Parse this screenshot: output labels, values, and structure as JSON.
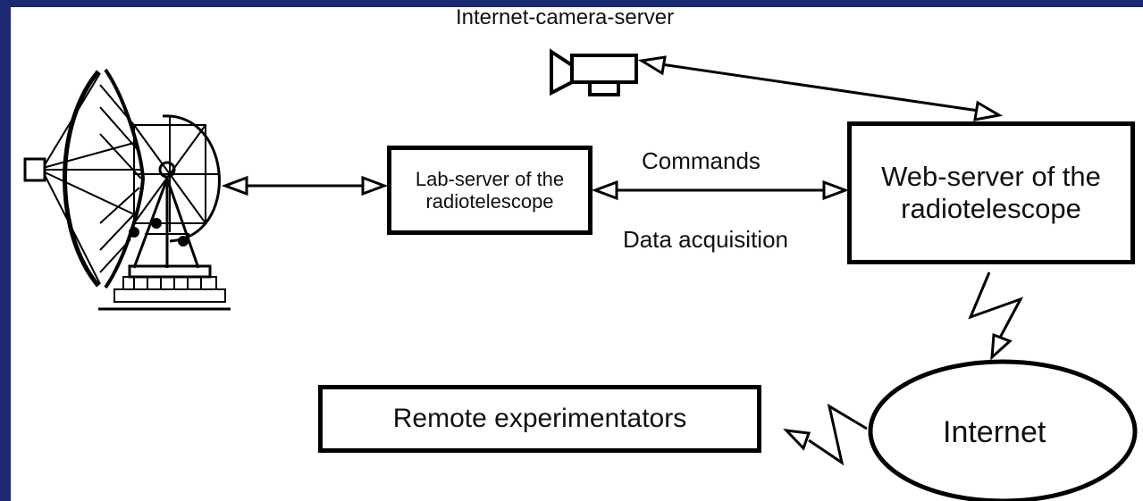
{
  "labels": {
    "camera": "Internet-camera-server",
    "commands": "Commands",
    "data_acquisition": "Data acquisition"
  },
  "boxes": {
    "lab_server_line1": "Lab-server of the",
    "lab_server_line2": "radiotelescope",
    "web_server_line1": "Web-server of the",
    "web_server_line2": "radiotelescope",
    "remote": "Remote experimentators",
    "internet": "Internet"
  },
  "colors": {
    "frame": "#1b2a73",
    "background": "#ffffff",
    "ink": "#000000"
  }
}
